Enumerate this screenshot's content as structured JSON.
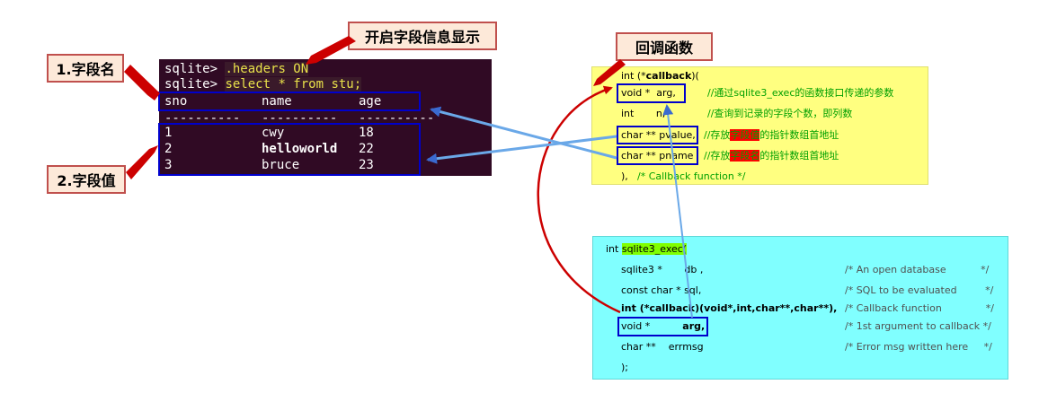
{
  "callouts": {
    "header_display": "开启字段信息显示",
    "field_names": "1.字段名",
    "field_values": "2.字段值",
    "callback_fn": "回调函数"
  },
  "terminal": {
    "line1_prompt": "sqlite> ",
    "line1_cmd": ".headers ON",
    "line2_prompt": "sqlite> ",
    "line2_cmd": "select * from stu;",
    "header": {
      "c1": "sno",
      "c2": "name",
      "c3": "age"
    },
    "separator": {
      "c1": "----------",
      "c2": "----------",
      "c3": "----------"
    },
    "rows": [
      {
        "sno": "1",
        "name": "cwy",
        "age": "18"
      },
      {
        "sno": "2",
        "name": "helloworld",
        "age": "22"
      },
      {
        "sno": "3",
        "name": "bruce",
        "age": "23"
      }
    ]
  },
  "callback": {
    "line0_pre": "int (*",
    "line0_bold": "callback",
    "line0_post": ")(",
    "line1_code": "void *  arg,",
    "line1_comment": "//通过sqlite3_exec的函数接口传递的参数",
    "line2_code": "int       n,",
    "line2_comment": "//查询到记录的字段个数，即列数",
    "line3_code": "char ** pvalue,",
    "line3_comment_a": "//存放",
    "line3_comment_hl": "字段值",
    "line3_comment_b": "的指针数组首地址",
    "line4_code": "char ** pname",
    "line4_comment_a": "//存放",
    "line4_comment_hl": "字段名",
    "line4_comment_b": "的指针数组首地址",
    "line5_code": "),",
    "line5_comment": "/* Callback function */"
  },
  "exec": {
    "line0_pre": "int ",
    "line0_hl": "sqlite3_exec(",
    "line1_code": "sqlite3 *       db ,",
    "line1_comment": "/* An open database           */",
    "line2_code": "const char * sql,",
    "line2_comment": "/* SQL to be evaluated         */",
    "line3_code": "int (*callback)(void*,int,char**,char**),",
    "line3_comment": "/* Callback function              */",
    "line4_code_a": "void *",
    "line4_code_b": "arg,",
    "line4_comment": "/* 1st argument to callback */",
    "line5_code": "char **    errmsg",
    "line5_comment": "/* Error msg written here     */",
    "line6_code": ");"
  },
  "colors": {
    "terminal_bg": "#300a24",
    "callback_bg": "#ffff80",
    "exec_bg": "#80ffff",
    "callout_bg": "#fde9d9",
    "callout_border": "#c0504d",
    "highlight_box": "#0000cc",
    "arrow_red": "#cc0000",
    "arrow_blue": "#6aa8e8"
  }
}
